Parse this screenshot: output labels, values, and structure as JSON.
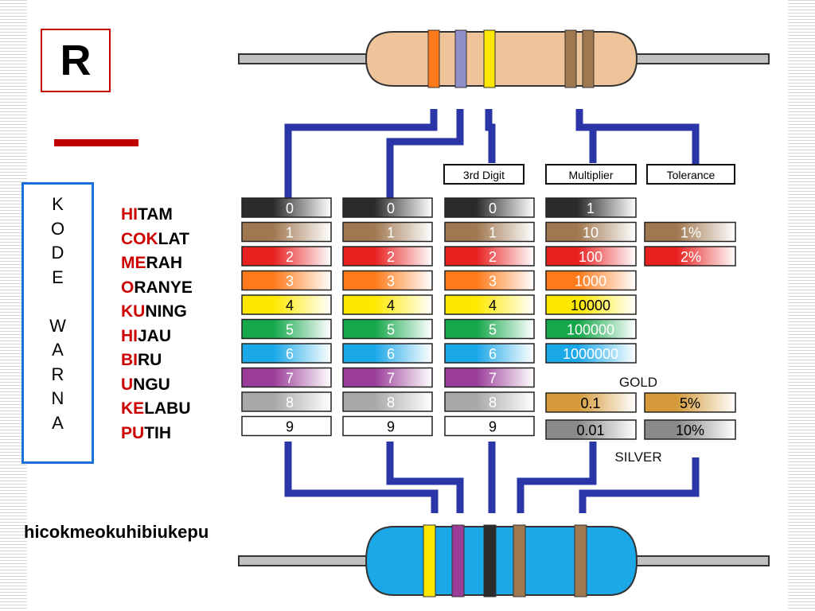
{
  "slide": {
    "title_letter": "R",
    "kode_warna": [
      "K",
      "O",
      "D",
      "E",
      "",
      "W",
      "A",
      "R",
      "N",
      "A"
    ],
    "color_names": [
      {
        "hl": "HI",
        "rest": "TAM"
      },
      {
        "hl": "COK",
        "rest": "LAT"
      },
      {
        "hl": "ME",
        "rest": "RAH"
      },
      {
        "hl": "O",
        "rest": "RANYE"
      },
      {
        "hl": "KU",
        "rest": "NING"
      },
      {
        "hl": "HI",
        "rest": "JAU"
      },
      {
        "hl": "BI",
        "rest": "RU"
      },
      {
        "hl": "U",
        "rest": "NGU"
      },
      {
        "hl": "KE",
        "rest": "LABU"
      },
      {
        "hl": "PU",
        "rest": "TIH"
      }
    ],
    "mnemonic": "hicokmeokuhibiukepu"
  },
  "diagram": {
    "headers": {
      "third_digit": "3rd Digit",
      "multiplier": "Multiplier",
      "tolerance": "Tolerance"
    },
    "digits": [
      "0",
      "1",
      "2",
      "3",
      "4",
      "5",
      "6",
      "7",
      "8",
      "9"
    ],
    "multipliers": [
      "1",
      "10",
      "100",
      "1000",
      "10000",
      "100000",
      "1000000"
    ],
    "tolerances": [
      "1%",
      "2%"
    ],
    "gold": {
      "label": "GOLD",
      "multiplier": "0.1",
      "tolerance": "5%"
    },
    "silver": {
      "label": "SILVER",
      "multiplier": "0.01",
      "tolerance": "10%"
    },
    "band_colors": [
      "#2b2b2b",
      "#a07850",
      "#e82020",
      "#ff7a1a",
      "#ffe800",
      "#14a84a",
      "#1aa8e8",
      "#9a3c98",
      "#a8a8a8",
      "#ffffff"
    ],
    "gold_color": "#d49a3a",
    "silver_color": "#8a8a8a",
    "line_color": "#2a35a8"
  }
}
